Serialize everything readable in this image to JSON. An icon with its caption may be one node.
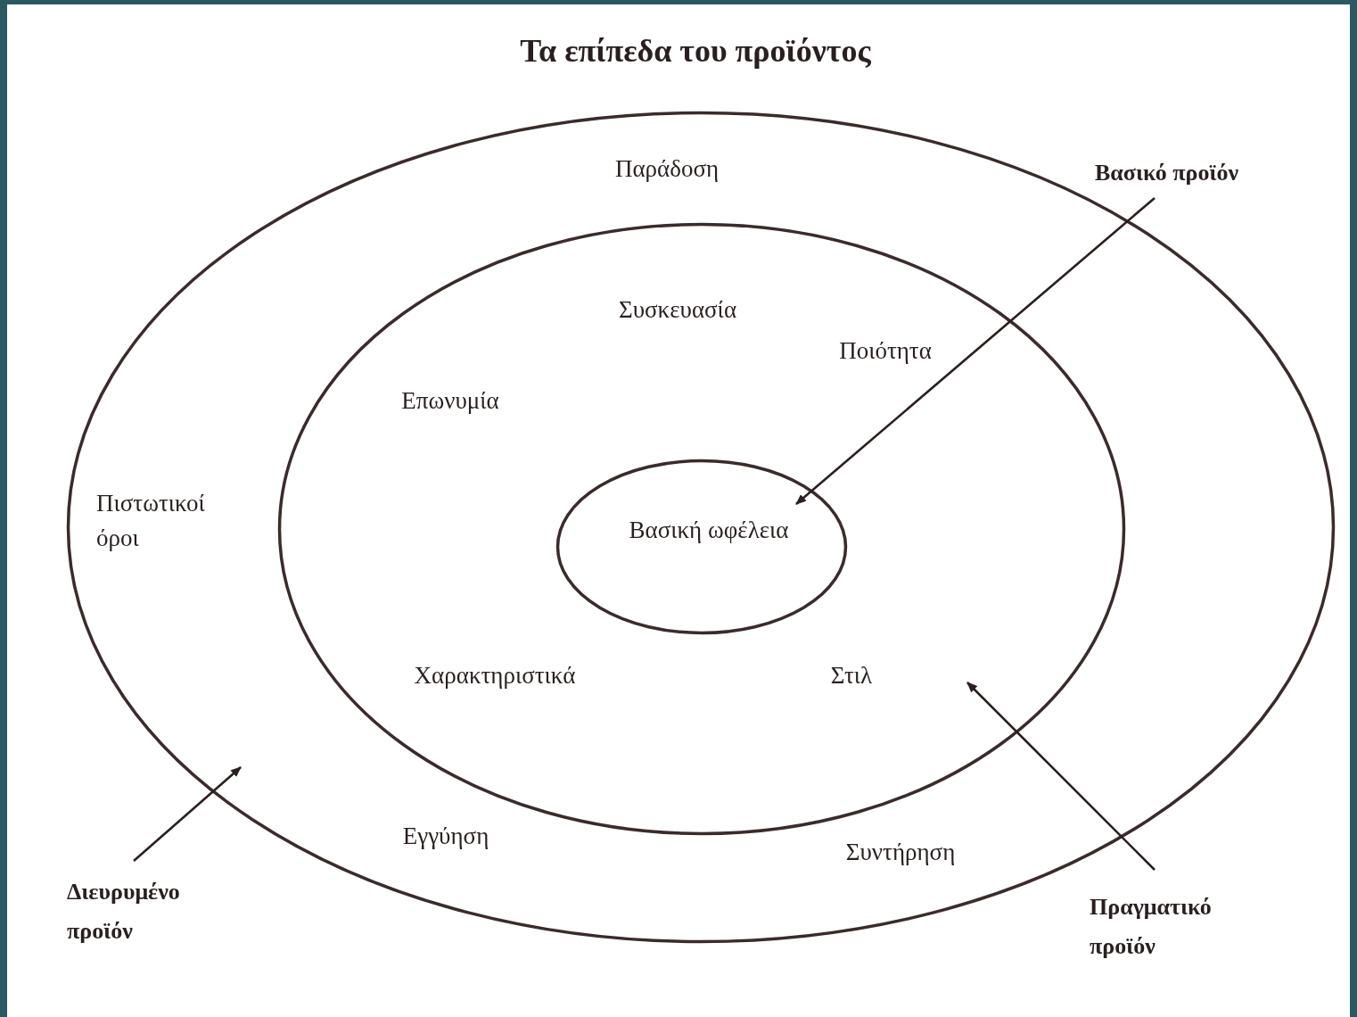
{
  "diagram": {
    "title": "Τα επίπεδα του προϊόντος",
    "nodes": [
      {
        "text": [
          "Παράδοση",
          "Πιστωτικοί όροι",
          "Εγγύηση",
          "Συντήρηση"
        ]
      },
      {
        "text": [
          "Συσκευασία",
          "Ποιότητα",
          "Επωνυμία",
          "Χαρακτηριστικά",
          "Στιλ"
        ],
        "in": 0
      },
      {
        "text": [
          "Βασική ωφέλεια"
        ],
        "in": 1
      },
      {
        "text": [
          "Βασικό προϊόν"
        ]
      },
      {
        "text": [
          "Πραγματικό προϊόν"
        ]
      },
      {
        "text": [
          "Διευρυμένο προϊόν"
        ]
      }
    ],
    "edges": [
      {
        "from": 3,
        "to": 2,
        "arrow": "to"
      },
      {
        "from": 4,
        "to": 1,
        "arrow": "to"
      },
      {
        "from": 5,
        "to": 0,
        "arrow": "to"
      }
    ]
  }
}
